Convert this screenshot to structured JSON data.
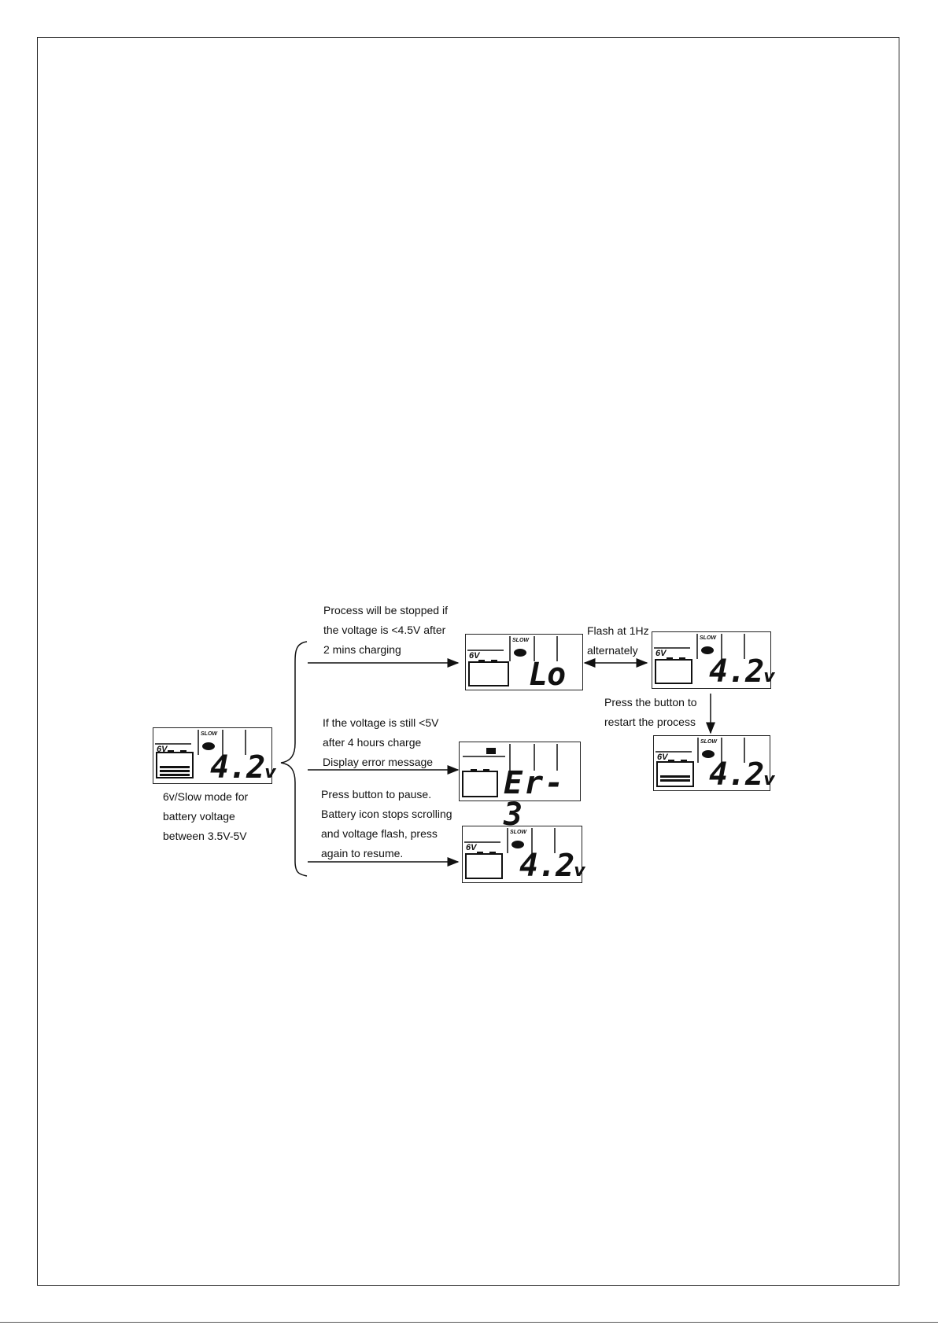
{
  "labels": {
    "mode_desc": [
      "6v/Slow mode for",
      "battery voltage",
      "between 3.5V-5V"
    ],
    "branch_stopped": [
      "Process will be stopped if",
      "the voltage is <4.5V after",
      "2 mins charging"
    ],
    "branch_error": [
      "If the voltage is still <5V",
      "after 4 hours charge",
      "Display error message"
    ],
    "branch_pause": [
      "Press button to pause.",
      "Battery icon stops scrolling",
      "and voltage flash, press",
      "again to resume."
    ],
    "flash": [
      "Flash at 1Hz",
      "alternately"
    ],
    "restart": [
      "Press the button to",
      "restart the process"
    ]
  },
  "displays": {
    "main": {
      "mode": "6V",
      "badge": "SLOW",
      "value": "4.2",
      "unit": "v"
    },
    "lo": {
      "mode": "6V",
      "badge": "SLOW",
      "value": "Lo"
    },
    "flash": {
      "mode": "6V",
      "badge": "SLOW",
      "value": "4.2",
      "unit": "v"
    },
    "restart": {
      "mode": "6V",
      "badge": "SLOW",
      "value": "4.2",
      "unit": "v"
    },
    "error": {
      "value": "Er-3"
    },
    "pause": {
      "mode": "6V",
      "badge": "SLOW",
      "value": "4.2",
      "unit": "v"
    }
  }
}
